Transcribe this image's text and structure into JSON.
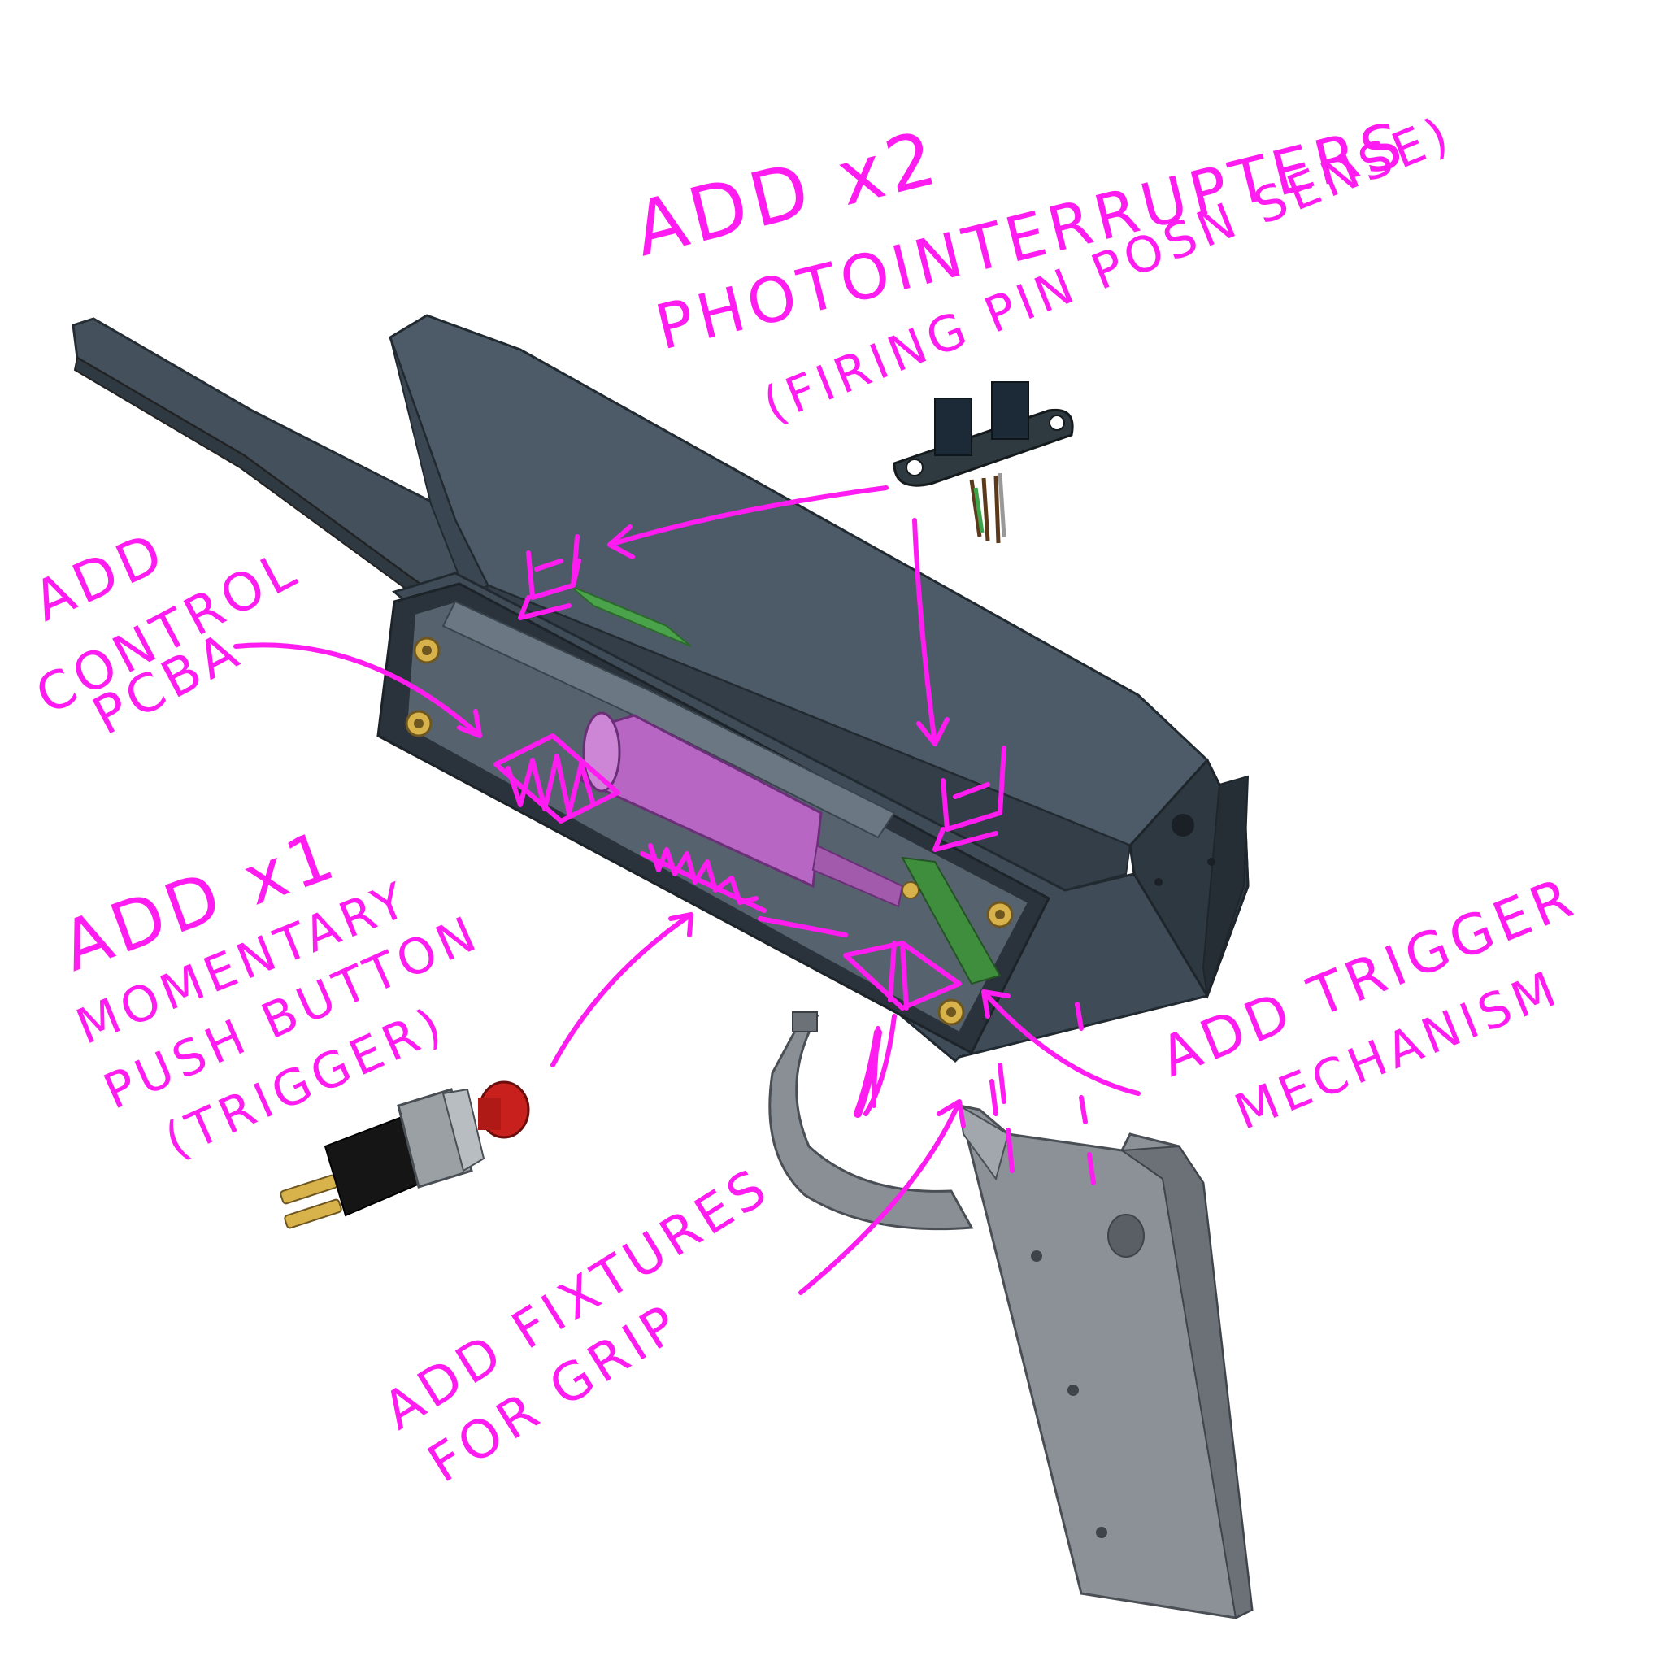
{
  "colors": {
    "annotation": "#ff1cf0",
    "housing_dark": "#3d4a55",
    "housing_mid": "#4b5865",
    "housing_light": "#5a6875",
    "housing_edge": "#2a333b",
    "grip": "#8a8f95",
    "grip_dark": "#6c7177",
    "solenoid": "#c070c8",
    "brass": "#d8b24a",
    "pcb_green": "#3e8e3e",
    "button_red": "#c8201c",
    "button_black": "#151515",
    "button_metal": "#9aa0a4",
    "background": "#ffffff"
  },
  "annotations": {
    "photointerrupters": {
      "line1": "ADD x2",
      "line2": "PHOTOINTERRUPTERS",
      "line3": "(FIRING PIN POSN SENSE)"
    },
    "control_pcba": {
      "line1": "ADD",
      "line2": "CONTROL",
      "line3": "PCBA"
    },
    "push_button": {
      "line1": "ADD x1",
      "line2": "MOMENTARY",
      "line3": "PUSH BUTTON",
      "line4": "(TRIGGER)"
    },
    "trigger_mechanism": {
      "line1": "ADD TRIGGER",
      "line2": "MECHANISM"
    },
    "grip_fixtures": {
      "line1": "ADD FIXTURES",
      "line2": "FOR GRIP"
    }
  },
  "icons": {
    "photointerrupter": "photointerrupter-sensor-icon",
    "push_button": "momentary-push-button-icon",
    "grip": "pistol-grip-part",
    "housing": "receiver-housing-part"
  }
}
